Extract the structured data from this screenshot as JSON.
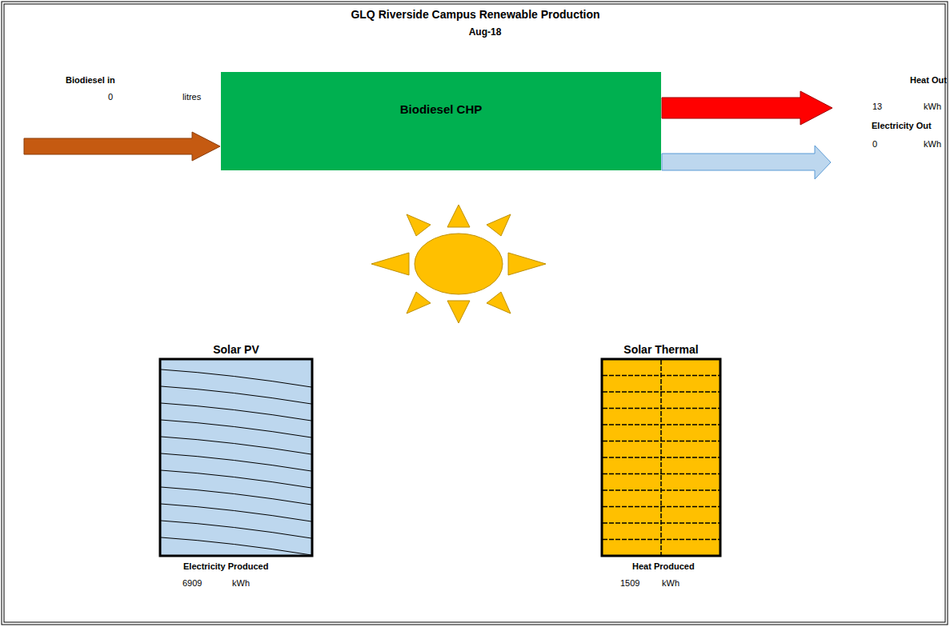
{
  "diagram": {
    "title": "GLQ Riverside Campus Renewable Production",
    "nodes": [
      {
        "text": [
          "Biodiesel CHP"
        ]
      },
      {
        "text": [
          "Solar PV",
          "Electricity Produced",
          "6909",
          "kWh"
        ]
      },
      {
        "text": [
          "Solar Thermal",
          "Heat Produced",
          "1509",
          "kWh"
        ]
      }
    ],
    "labels": [
      "Aug-18",
      "Biodiesel in",
      "0",
      "litres",
      "Heat Out",
      "13",
      "kWh",
      "Electricity Out",
      "0",
      "kWh"
    ]
  }
}
